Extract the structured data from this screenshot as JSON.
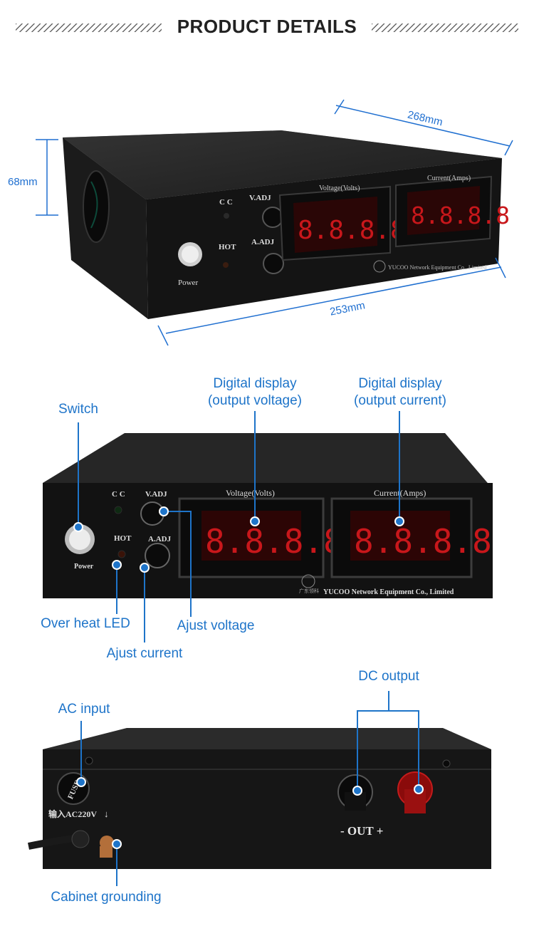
{
  "header": {
    "title": "PRODUCT DETAILS"
  },
  "dimensions": {
    "depth": "268mm",
    "width": "253mm",
    "height": "68mm"
  },
  "panel": {
    "cc_led": "C C",
    "hot_led": "HOT",
    "vadj": "V.ADJ",
    "aadj": "A.ADJ",
    "power": "Power",
    "voltage_title": "Voltage(Volts)",
    "current_title": "Current(Amps)",
    "voltage_reading": "8.8.8.8",
    "current_reading": "8.8.8.8",
    "brand": "YUCOO Network Equipment Co., Limited",
    "brand_cn": "广东领科"
  },
  "callouts": {
    "switch": "Switch",
    "voltage_display": [
      "Digital display",
      "(output voltage)"
    ],
    "current_display": [
      "Digital display",
      "(output current)"
    ],
    "over_heat_led": "Over heat LED",
    "adjust_voltage": "Ajust voltage",
    "adjust_current": "Ajust current",
    "ac_input": "AC input",
    "dc_output": "DC output",
    "cabinet_grounding": "Cabinet grounding"
  },
  "rear": {
    "fuse": "FUSE",
    "ac_label": "输入AC220V",
    "ground_symbol": "↓",
    "out_label": "- OUT +"
  },
  "colors": {
    "accent": "#1e74c9",
    "display_red": "#c8171b",
    "chassis": "#151515"
  }
}
